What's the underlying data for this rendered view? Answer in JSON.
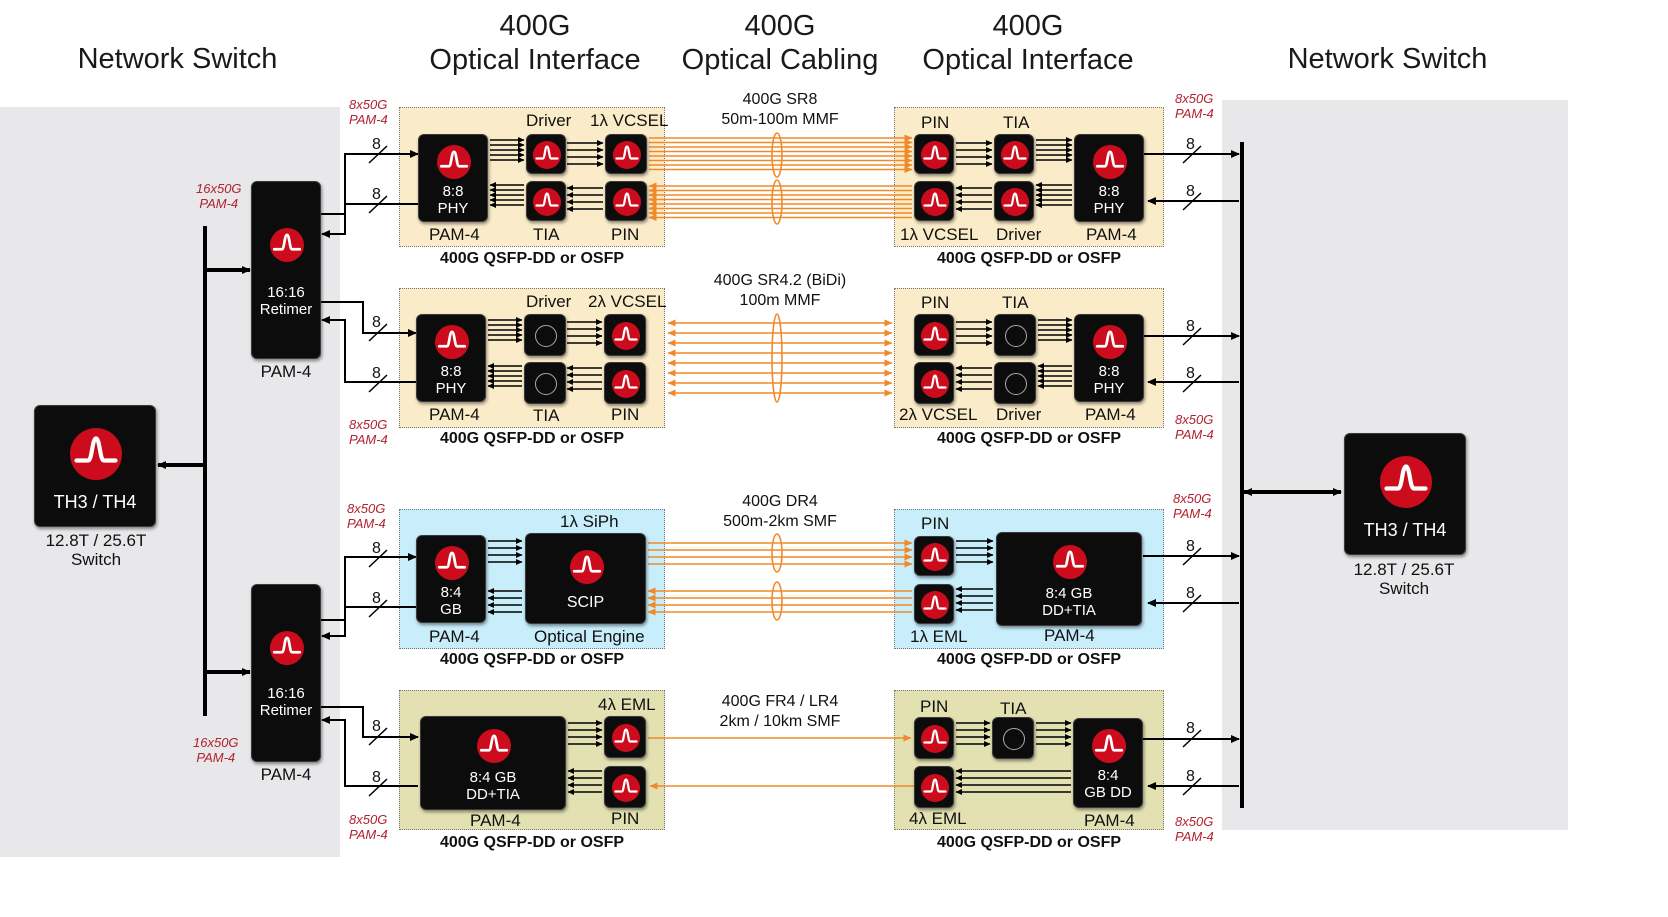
{
  "headers": {
    "left_switch": "Network Switch",
    "optical_interface_left": [
      "400G",
      "Optical Interface"
    ],
    "optical_cabling": [
      "400G",
      "Optical Cabling"
    ],
    "optical_interface_right": [
      "400G",
      "Optical Interface"
    ],
    "right_switch": "Network Switch"
  },
  "switch_left": {
    "chip": "TH3 / TH4",
    "caption": [
      "12.8T / 25.6T",
      "Switch"
    ]
  },
  "switch_right": {
    "chip": "TH3 / TH4",
    "caption": [
      "12.8T / 25.6T",
      "Switch"
    ]
  },
  "retimers": [
    {
      "chip": [
        "16:16",
        "Retimer"
      ],
      "caption": "PAM-4",
      "tag": [
        "16x50G",
        "PAM-4"
      ]
    },
    {
      "chip": [
        "16:16",
        "Retimer"
      ],
      "caption": "PAM-4",
      "tag": [
        "16x50G",
        "PAM-4"
      ]
    }
  ],
  "lane_count": "8",
  "tags": {
    "lane": [
      "8x50G",
      "PAM-4"
    ]
  },
  "module_name": "400G QSFP-DD or OSFP",
  "colors": {
    "logo_red": "#cc0c1d",
    "fiber_orange": "#ef8a2a",
    "mod_tan": "#fbecc9",
    "mod_blue": "#c8eefc",
    "mod_olive": "#e3e0b2",
    "panel_gray": "#e8e8ea",
    "tag_red": "#b3202e"
  },
  "rows": [
    {
      "cable": [
        "400G SR8",
        "50m-100m MMF"
      ],
      "left": {
        "chip": [
          "8:8",
          "PHY"
        ],
        "chip_caption": "PAM-4",
        "top_labels": [
          "Driver",
          "1λ VCSEL"
        ],
        "bottom_labels": [
          "TIA",
          "PIN"
        ]
      },
      "right": {
        "chip": [
          "8:8",
          "PHY"
        ],
        "chip_caption": "PAM-4",
        "top_labels": [
          "PIN",
          "TIA"
        ],
        "bottom_labels": [
          "1λ VCSEL",
          "Driver"
        ]
      }
    },
    {
      "cable": [
        "400G SR4.2 (BiDi)",
        "100m MMF"
      ],
      "left": {
        "chip": [
          "8:8",
          "PHY"
        ],
        "chip_caption": "PAM-4",
        "top_labels": [
          "Driver",
          "2λ VCSEL"
        ],
        "bottom_labels": [
          "TIA",
          "PIN"
        ]
      },
      "right": {
        "chip": [
          "8:8",
          "PHY"
        ],
        "chip_caption": "PAM-4",
        "top_labels": [
          "PIN",
          "TIA"
        ],
        "bottom_labels": [
          "2λ VCSEL",
          "Driver"
        ]
      }
    },
    {
      "cable": [
        "400G DR4",
        "500m-2km SMF"
      ],
      "left": {
        "chip": [
          "8:4",
          "GB"
        ],
        "chip_caption": "PAM-4",
        "engine": "SCIP",
        "engine_top": "1λ SiPh",
        "engine_bottom": "Optical Engine"
      },
      "right": {
        "chip": [
          "8:4 GB",
          "DD+TIA"
        ],
        "chip_caption": "PAM-4",
        "top_labels": [
          "PIN"
        ],
        "bottom_labels": [
          "1λ EML"
        ]
      }
    },
    {
      "cable": [
        "400G FR4 / LR4",
        "2km / 10km SMF"
      ],
      "left": {
        "chip": [
          "8:4 GB",
          "DD+TIA"
        ],
        "chip_caption": "PAM-4",
        "top_labels": [
          "4λ EML"
        ],
        "bottom_labels": [
          "PIN"
        ]
      },
      "right": {
        "chip": [
          "8:4",
          "GB DD"
        ],
        "chip_caption": "PAM-4",
        "top_labels": [
          "PIN",
          "TIA"
        ],
        "bottom_labels": [
          "4λ EML"
        ]
      }
    }
  ]
}
